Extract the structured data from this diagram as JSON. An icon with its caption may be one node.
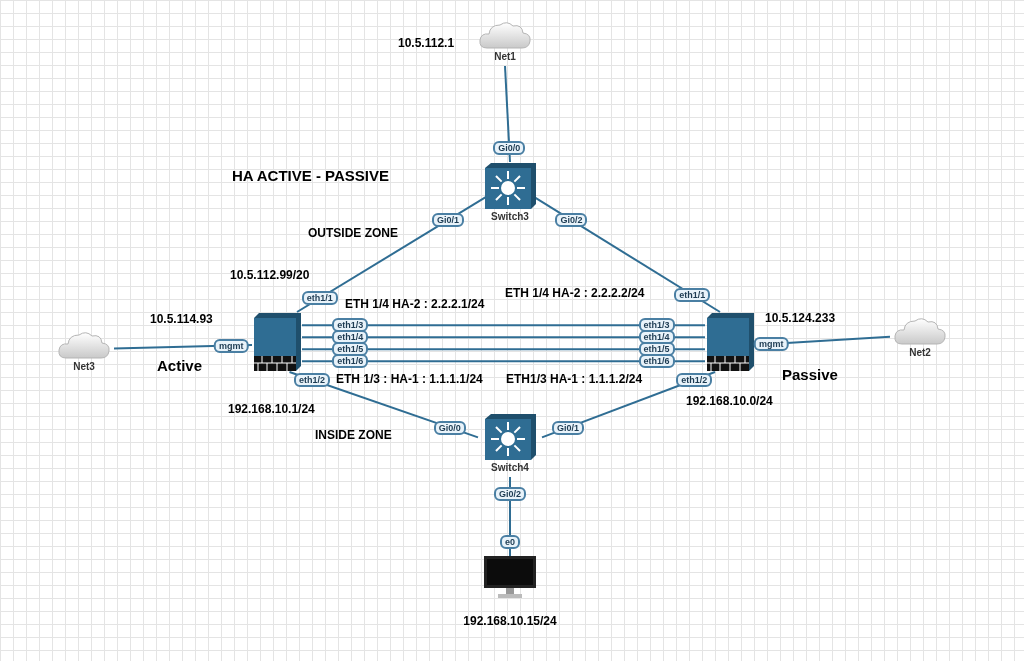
{
  "diagram": {
    "title": "HA ACTIVE - PASSIVE",
    "nodes": [
      {
        "text": [
          "Net1"
        ]
      },
      {
        "text": [
          "Switch3"
        ]
      },
      {
        "text": [],
        "shape": "box"
      },
      {
        "text": [],
        "shape": "box"
      },
      {
        "text": [
          "Net3"
        ]
      },
      {
        "text": [
          "Net2"
        ]
      },
      {
        "text": [
          "Switch4"
        ]
      },
      {
        "text": [],
        "shape": "picture",
        "beside": [
          "192.168.10.15/24"
        ]
      }
    ],
    "edges": [
      {
        "from": 0,
        "to": 1,
        "arrow": "none"
      },
      {
        "from": 1,
        "to": 2,
        "arrow": "none"
      },
      {
        "from": 1,
        "to": 3,
        "arrow": "none"
      },
      {
        "from": 4,
        "to": 2,
        "arrow": "none"
      },
      {
        "from": 2,
        "to": 3,
        "arrow": "none"
      },
      {
        "from": 2,
        "to": 3,
        "arrow": "none"
      },
      {
        "from": 2,
        "to": 3,
        "arrow": "none"
      },
      {
        "from": 2,
        "to": 3,
        "arrow": "none"
      },
      {
        "from": 3,
        "to": 5,
        "arrow": "none"
      },
      {
        "from": 2,
        "to": 6,
        "arrow": "none"
      },
      {
        "from": 3,
        "to": 6,
        "arrow": "none"
      },
      {
        "from": 6,
        "to": 7,
        "arrow": "none"
      }
    ],
    "labels": [
      "10.5.112.1",
      "OUTSIDE ZONE",
      "10.5.112.99/20",
      "ETH 1/4 HA-2 : 2.2.2.1/24",
      "ETH 1/4 HA-2 : 2.2.2.2/24",
      "10.5.114.93",
      "10.5.124.233",
      "Active",
      "ETH 1/3 : HA-1 : 1.1.1.1/24",
      "ETH1/3 HA-1 : 1.1.1.2/24",
      "Passive",
      "192.168.10.1/24",
      "192.168.10.0/24",
      "INSIDE ZONE",
      "Gi0/0",
      "Gi0/1",
      "eth1/1",
      "Gi0/2",
      "eth1/1",
      "mgmt",
      "eth1/3",
      "eth1/3",
      "eth1/4",
      "eth1/4",
      "eth1/5",
      "eth1/5",
      "eth1/6",
      "eth1/6",
      "mgmt",
      "eth1/2",
      "Gi0/0",
      "eth1/2",
      "Gi0/1",
      "Gi0/2",
      "e0"
    ]
  }
}
